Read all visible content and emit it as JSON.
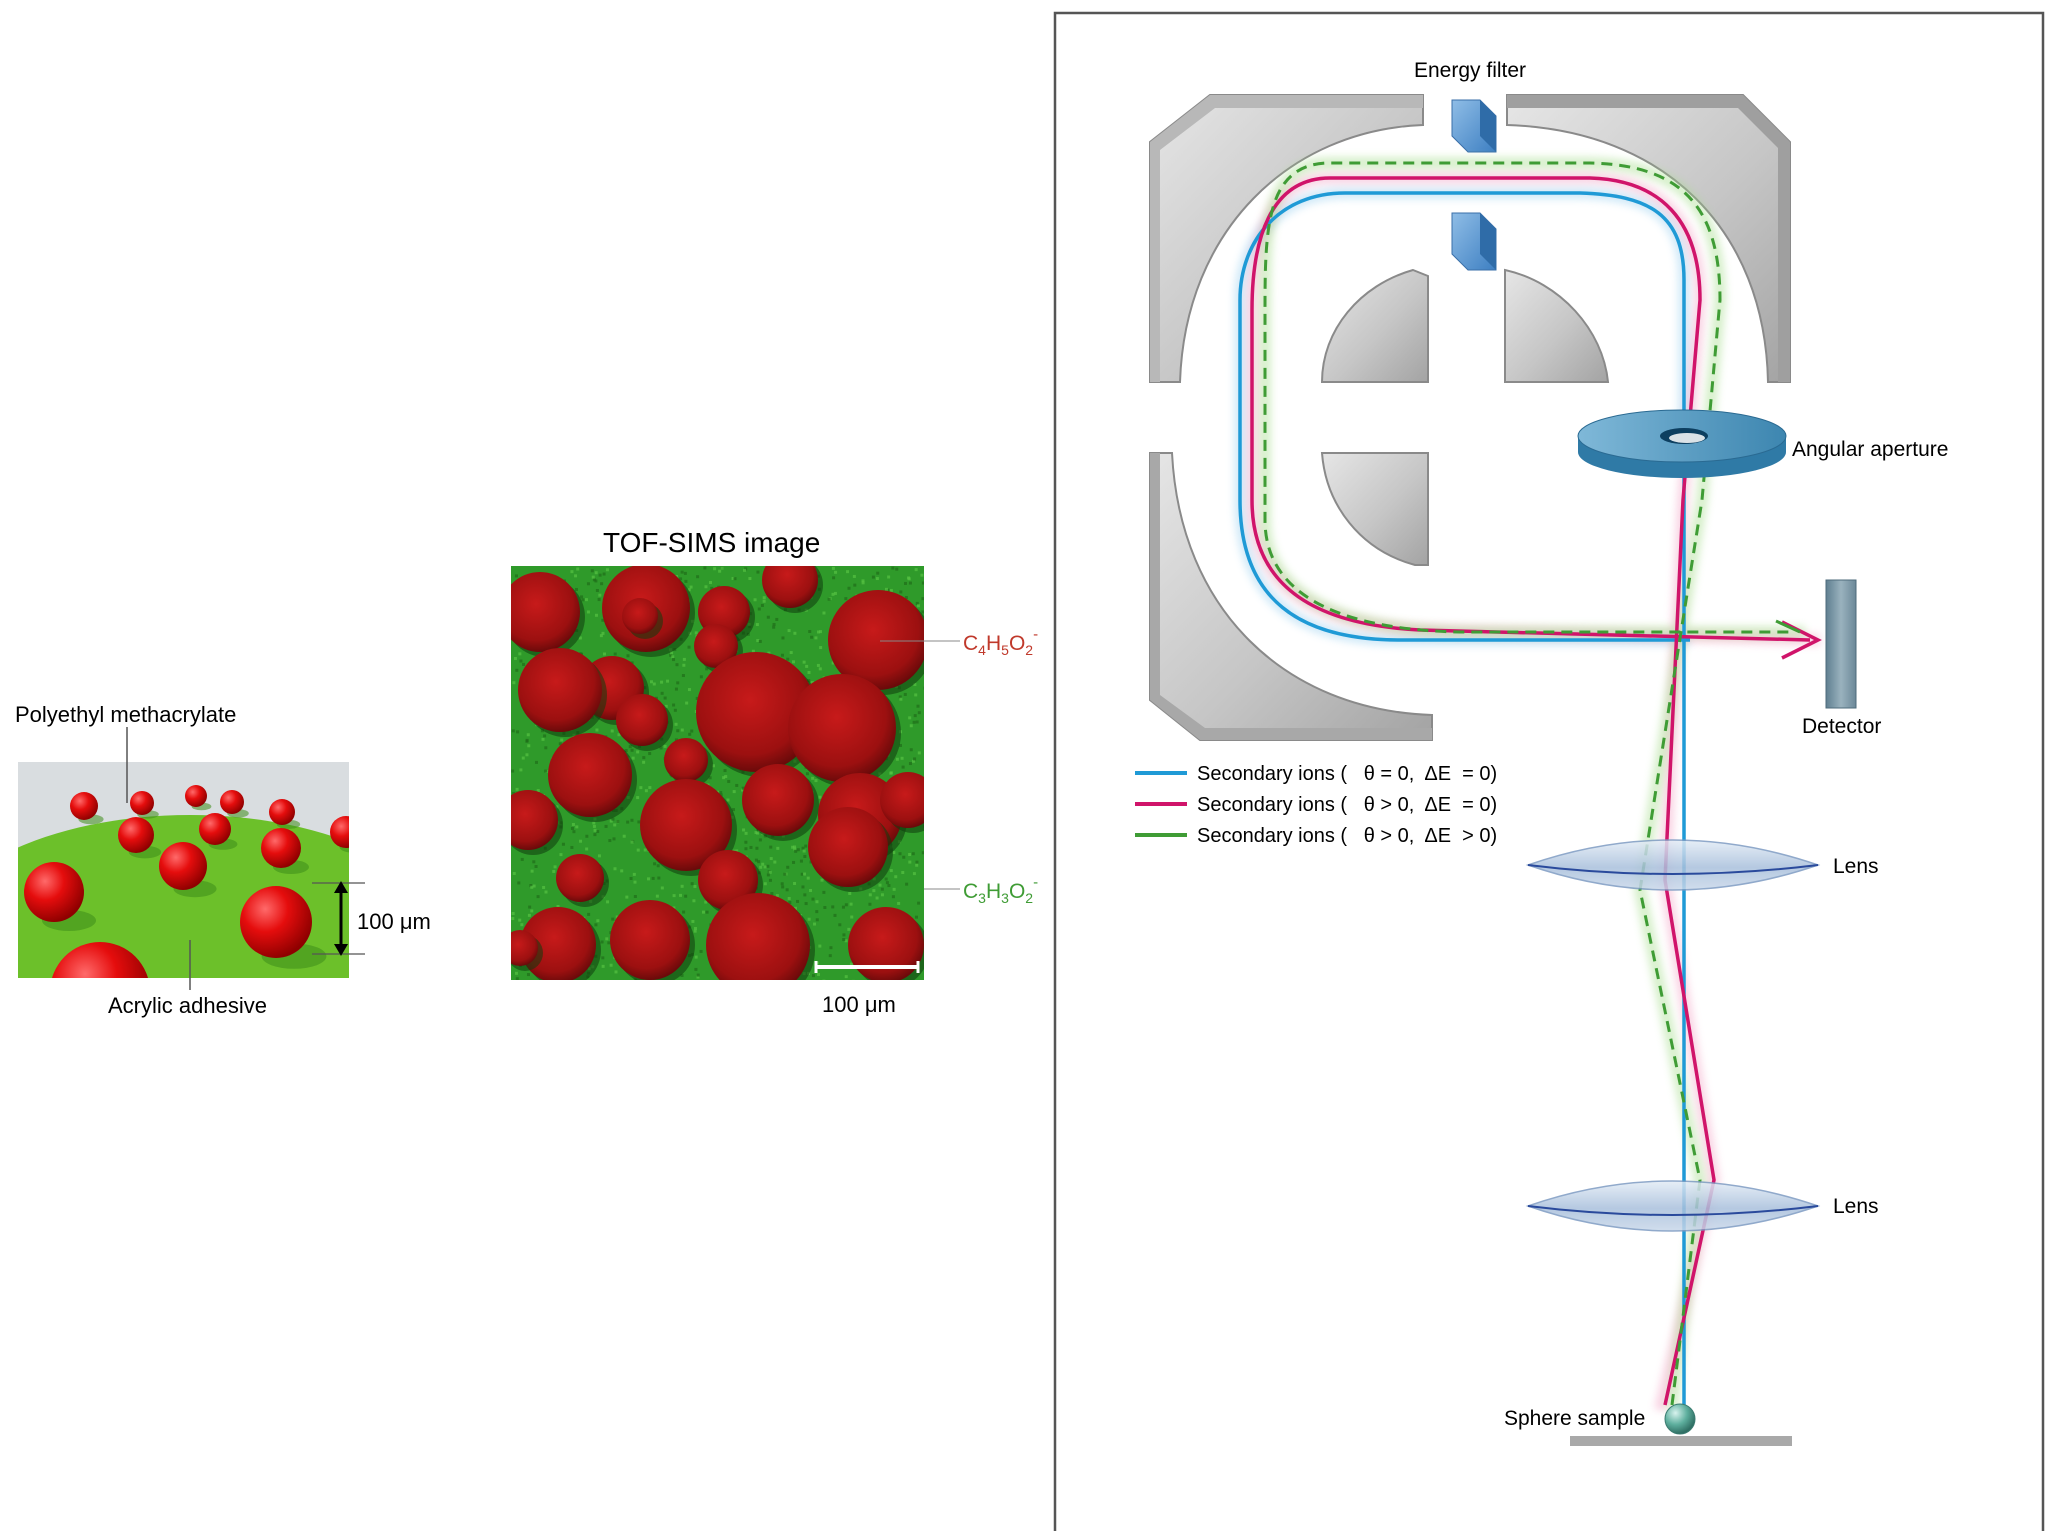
{
  "left_panel": {
    "particle_label": "Polyethyl methacrylate",
    "matrix_label": "Acrylic adhesive",
    "scale_label": "100  μm"
  },
  "tof_panel": {
    "title": "TOF-SIMS image",
    "scale_label": "100  μm",
    "ion_red": {
      "base1": "C",
      "sub1": "4",
      "base2": "H",
      "sub2": "5",
      "base3": "O",
      "sub3": "2",
      "sup": "-"
    },
    "ion_green": {
      "base1": "C",
      "sub1": "3",
      "base2": "H",
      "sub2": "3",
      "base3": "O",
      "sub3": "2",
      "sup": "-"
    }
  },
  "instrument": {
    "energy_filter": "Energy filter",
    "angular_aperture": "Angular aperture",
    "detector": "Detector",
    "lens_upper": "Lens",
    "lens_lower": "Lens",
    "sample": "Sphere sample",
    "legend": [
      {
        "text": "Secondary ions (   θ = 0,  ΔE  = 0)",
        "color": "#1f9ad6"
      },
      {
        "text": "Secondary ions (   θ > 0,  ΔE  = 0)",
        "color": "#d0146a"
      },
      {
        "text": "Secondary ions (   θ > 0,  ΔE  > 0)",
        "color": "#3f9c35"
      }
    ]
  },
  "colors": {
    "blue_path": "#1f9ad6",
    "magenta_path": "#d0146a",
    "green_path": "#3f9c35",
    "particle": "#e30613",
    "matrix": "#6cc02a"
  }
}
